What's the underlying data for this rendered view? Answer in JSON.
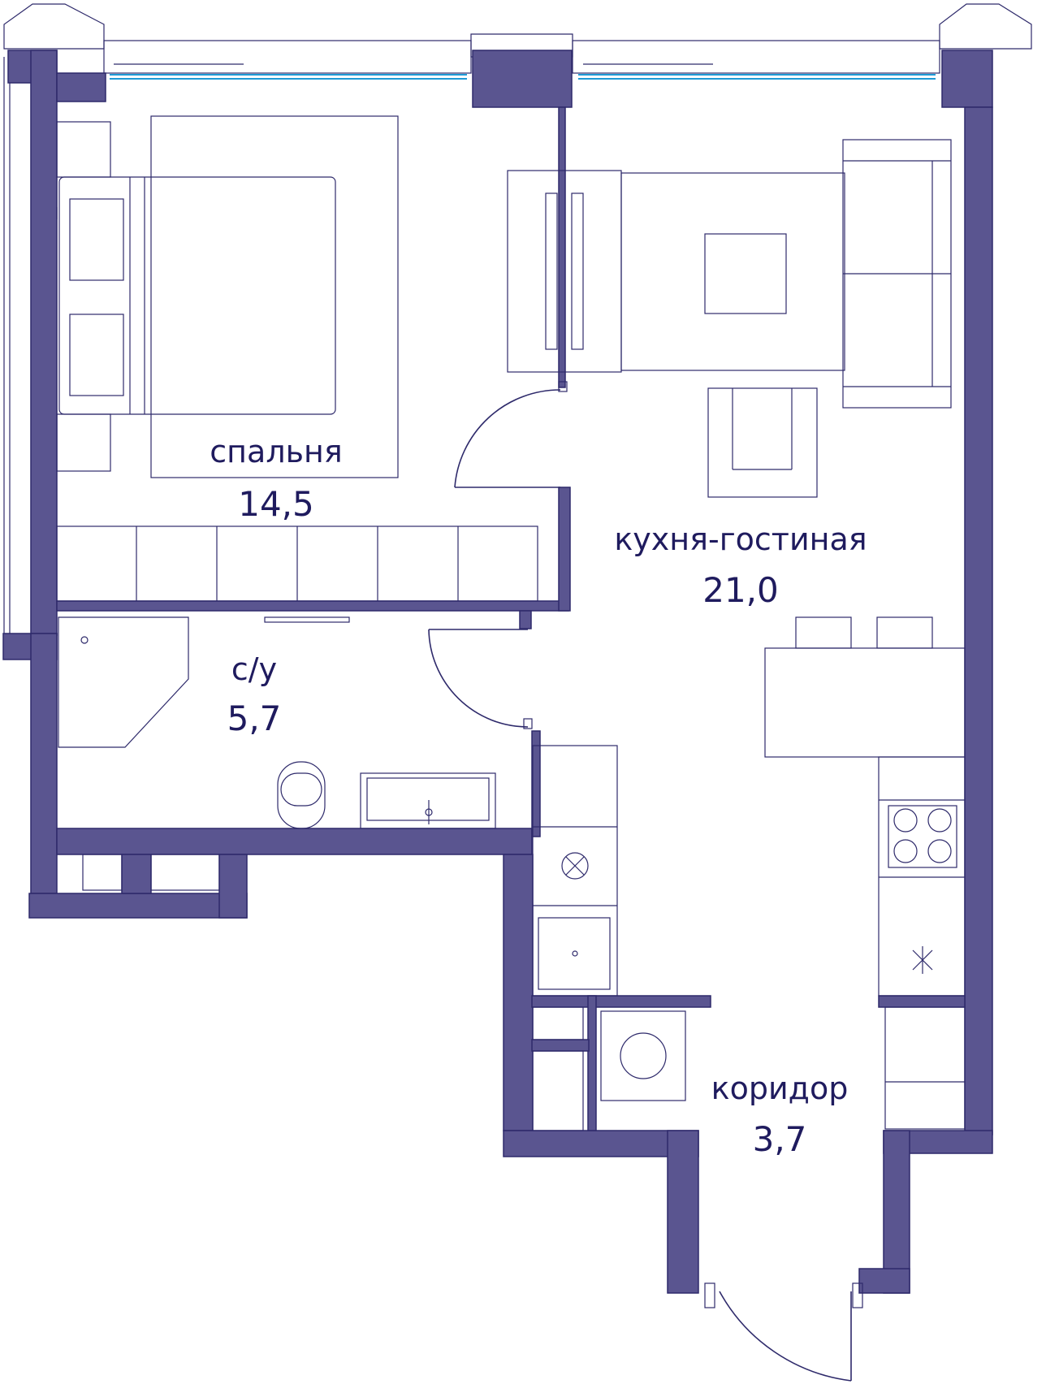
{
  "rooms": [
    {
      "id": "bedroom",
      "name": "спальня",
      "area": "14,5"
    },
    {
      "id": "kitchen-living",
      "name": "кухня-гостиная",
      "area": "21,0"
    },
    {
      "id": "bathroom",
      "name": "с/у",
      "area": "5,7"
    },
    {
      "id": "corridor",
      "name": "коридор",
      "area": "3,7"
    }
  ],
  "colors": {
    "wall": "#5a5590",
    "line": "#2e2a6b",
    "text": "#1f1b5e",
    "glass": "#1f9ad6"
  }
}
